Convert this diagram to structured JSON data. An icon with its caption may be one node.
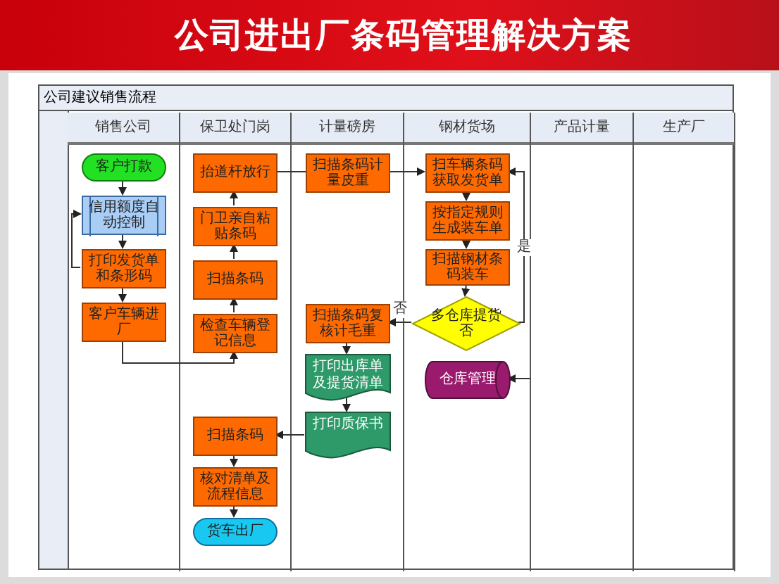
{
  "diagram": {
    "title": "公司进出厂条码管理解决方案",
    "nodes": [
      {
        "text": [
          "公司建议销售流程"
        ]
      },
      {
        "text": [
          "销售公司"
        ],
        "in": 0
      },
      {
        "text": [
          "保卫处门岗"
        ],
        "in": 0
      },
      {
        "text": [
          "计量磅房"
        ],
        "in": 0
      },
      {
        "text": [
          "钢材货场"
        ],
        "in": 0
      },
      {
        "text": [
          "产品计量"
        ],
        "in": 0
      },
      {
        "text": [
          "生产厂"
        ],
        "in": 0
      },
      {
        "text": [
          "客户打款"
        ],
        "in": 1
      },
      {
        "text": [
          "信用额度自动控制"
        ],
        "in": 1
      },
      {
        "text": [
          "打印发货单和条形码"
        ],
        "in": 1
      },
      {
        "text": [
          "客户车辆进厂"
        ],
        "in": 1
      },
      {
        "text": [
          "抬道杆放行"
        ],
        "in": 2
      },
      {
        "text": [
          "门卫亲自粘贴条码"
        ],
        "in": 2
      },
      {
        "text": [
          "扫描条码"
        ],
        "in": 2
      },
      {
        "text": [
          "检查车辆登记信息"
        ],
        "in": 2
      },
      {
        "text": [
          "扫描条码计量皮重"
        ],
        "in": 3
      },
      {
        "text": [
          "扫车辆条码获取发货单"
        ],
        "in": 4
      },
      {
        "text": [
          "按指定规则生成装车单"
        ],
        "in": 4
      },
      {
        "text": [
          "扫描钢材条码装车"
        ],
        "in": 4
      },
      {
        "text": [
          "多仓库提货否"
        ],
        "in": 4
      },
      {
        "text": [
          "扫描条码复核计毛重"
        ],
        "in": 3
      },
      {
        "text": [
          "打印出库单及提货清单"
        ],
        "in": 3
      },
      {
        "text": [
          "打印质保书"
        ],
        "in": 3
      },
      {
        "text": [
          "扫描条码"
        ],
        "in": 2
      },
      {
        "text": [
          "核对清单及流程信息"
        ],
        "in": 2
      },
      {
        "text": [
          "货车出厂"
        ],
        "in": 2
      },
      {
        "text": [
          "仓库管理"
        ],
        "in": 4
      }
    ],
    "edges": [
      {
        "from": 7,
        "to": 8,
        "arrow": "to"
      },
      {
        "from": 8,
        "to": 9,
        "arrow": "to"
      },
      {
        "from": 9,
        "to": 8,
        "arrow": "to"
      },
      {
        "from": 9,
        "to": 10,
        "arrow": "to"
      },
      {
        "from": 10,
        "to": 14,
        "arrow": "to"
      },
      {
        "from": 14,
        "to": 13,
        "arrow": "to"
      },
      {
        "from": 13,
        "to": 12,
        "arrow": "to"
      },
      {
        "from": 12,
        "to": 11,
        "arrow": "to"
      },
      {
        "from": 11,
        "to": 15,
        "arrow": "to"
      },
      {
        "from": 15,
        "to": 16,
        "arrow": "to"
      },
      {
        "from": 16,
        "to": 17,
        "arrow": "to"
      },
      {
        "from": 17,
        "to": 18,
        "arrow": "to"
      },
      {
        "from": 18,
        "to": 19,
        "arrow": "to"
      },
      {
        "from": 19,
        "to": 16,
        "arrow": "to",
        "label": "是"
      },
      {
        "from": 19,
        "to": 20,
        "arrow": "to",
        "label": "否"
      },
      {
        "from": 20,
        "to": 21,
        "arrow": "to"
      },
      {
        "from": 21,
        "to": 22,
        "arrow": "to"
      },
      {
        "from": 22,
        "to": 23,
        "arrow": "to"
      },
      {
        "from": 23,
        "to": 24,
        "arrow": "to"
      },
      {
        "from": 24,
        "to": 25,
        "arrow": "to"
      },
      {
        "from": 5,
        "to": 26,
        "arrow": "to"
      }
    ]
  }
}
